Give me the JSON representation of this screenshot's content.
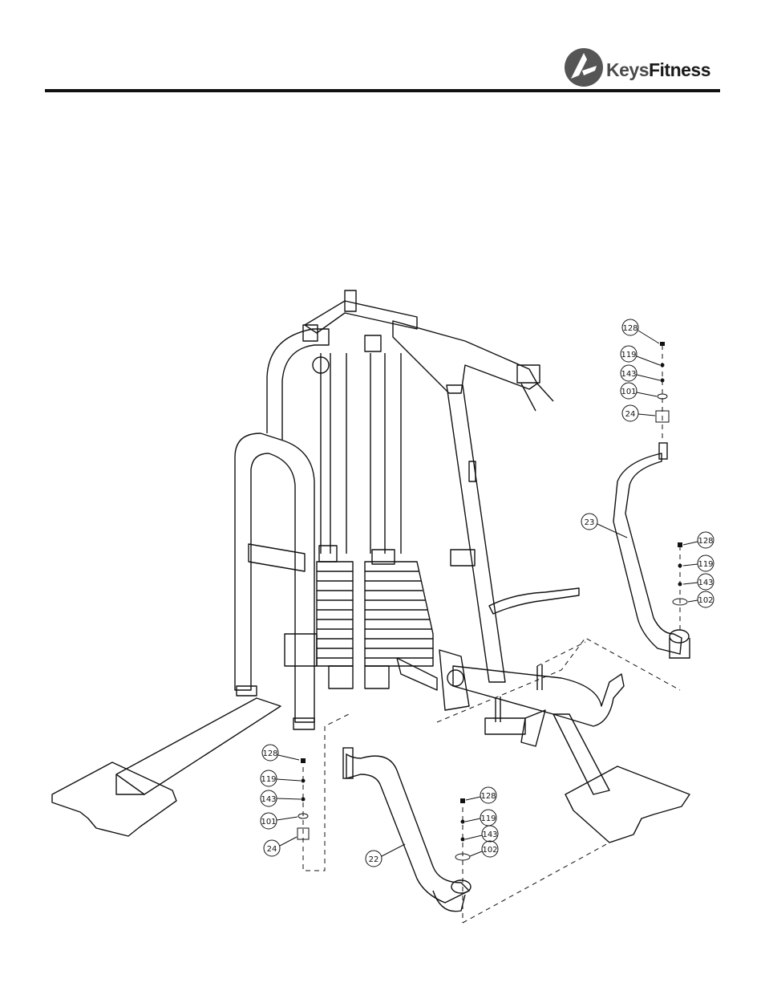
{
  "brand": {
    "name_part1": "Keys",
    "name_part2": "Fitness"
  },
  "callouts": {
    "right_128": "128",
    "right_119": "119",
    "right_143": "143",
    "right_101": "101",
    "right_24": "24",
    "right_23": "23",
    "right_128b": "128",
    "right_119b": "119",
    "right_143b": "143",
    "right_102": "102",
    "left_128": "128",
    "left_119": "119",
    "left_143": "143",
    "left_101": "101",
    "left_24": "24",
    "left_22": "22",
    "left_128b": "128",
    "left_119b": "119",
    "left_143b": "143",
    "left_102": "102"
  }
}
